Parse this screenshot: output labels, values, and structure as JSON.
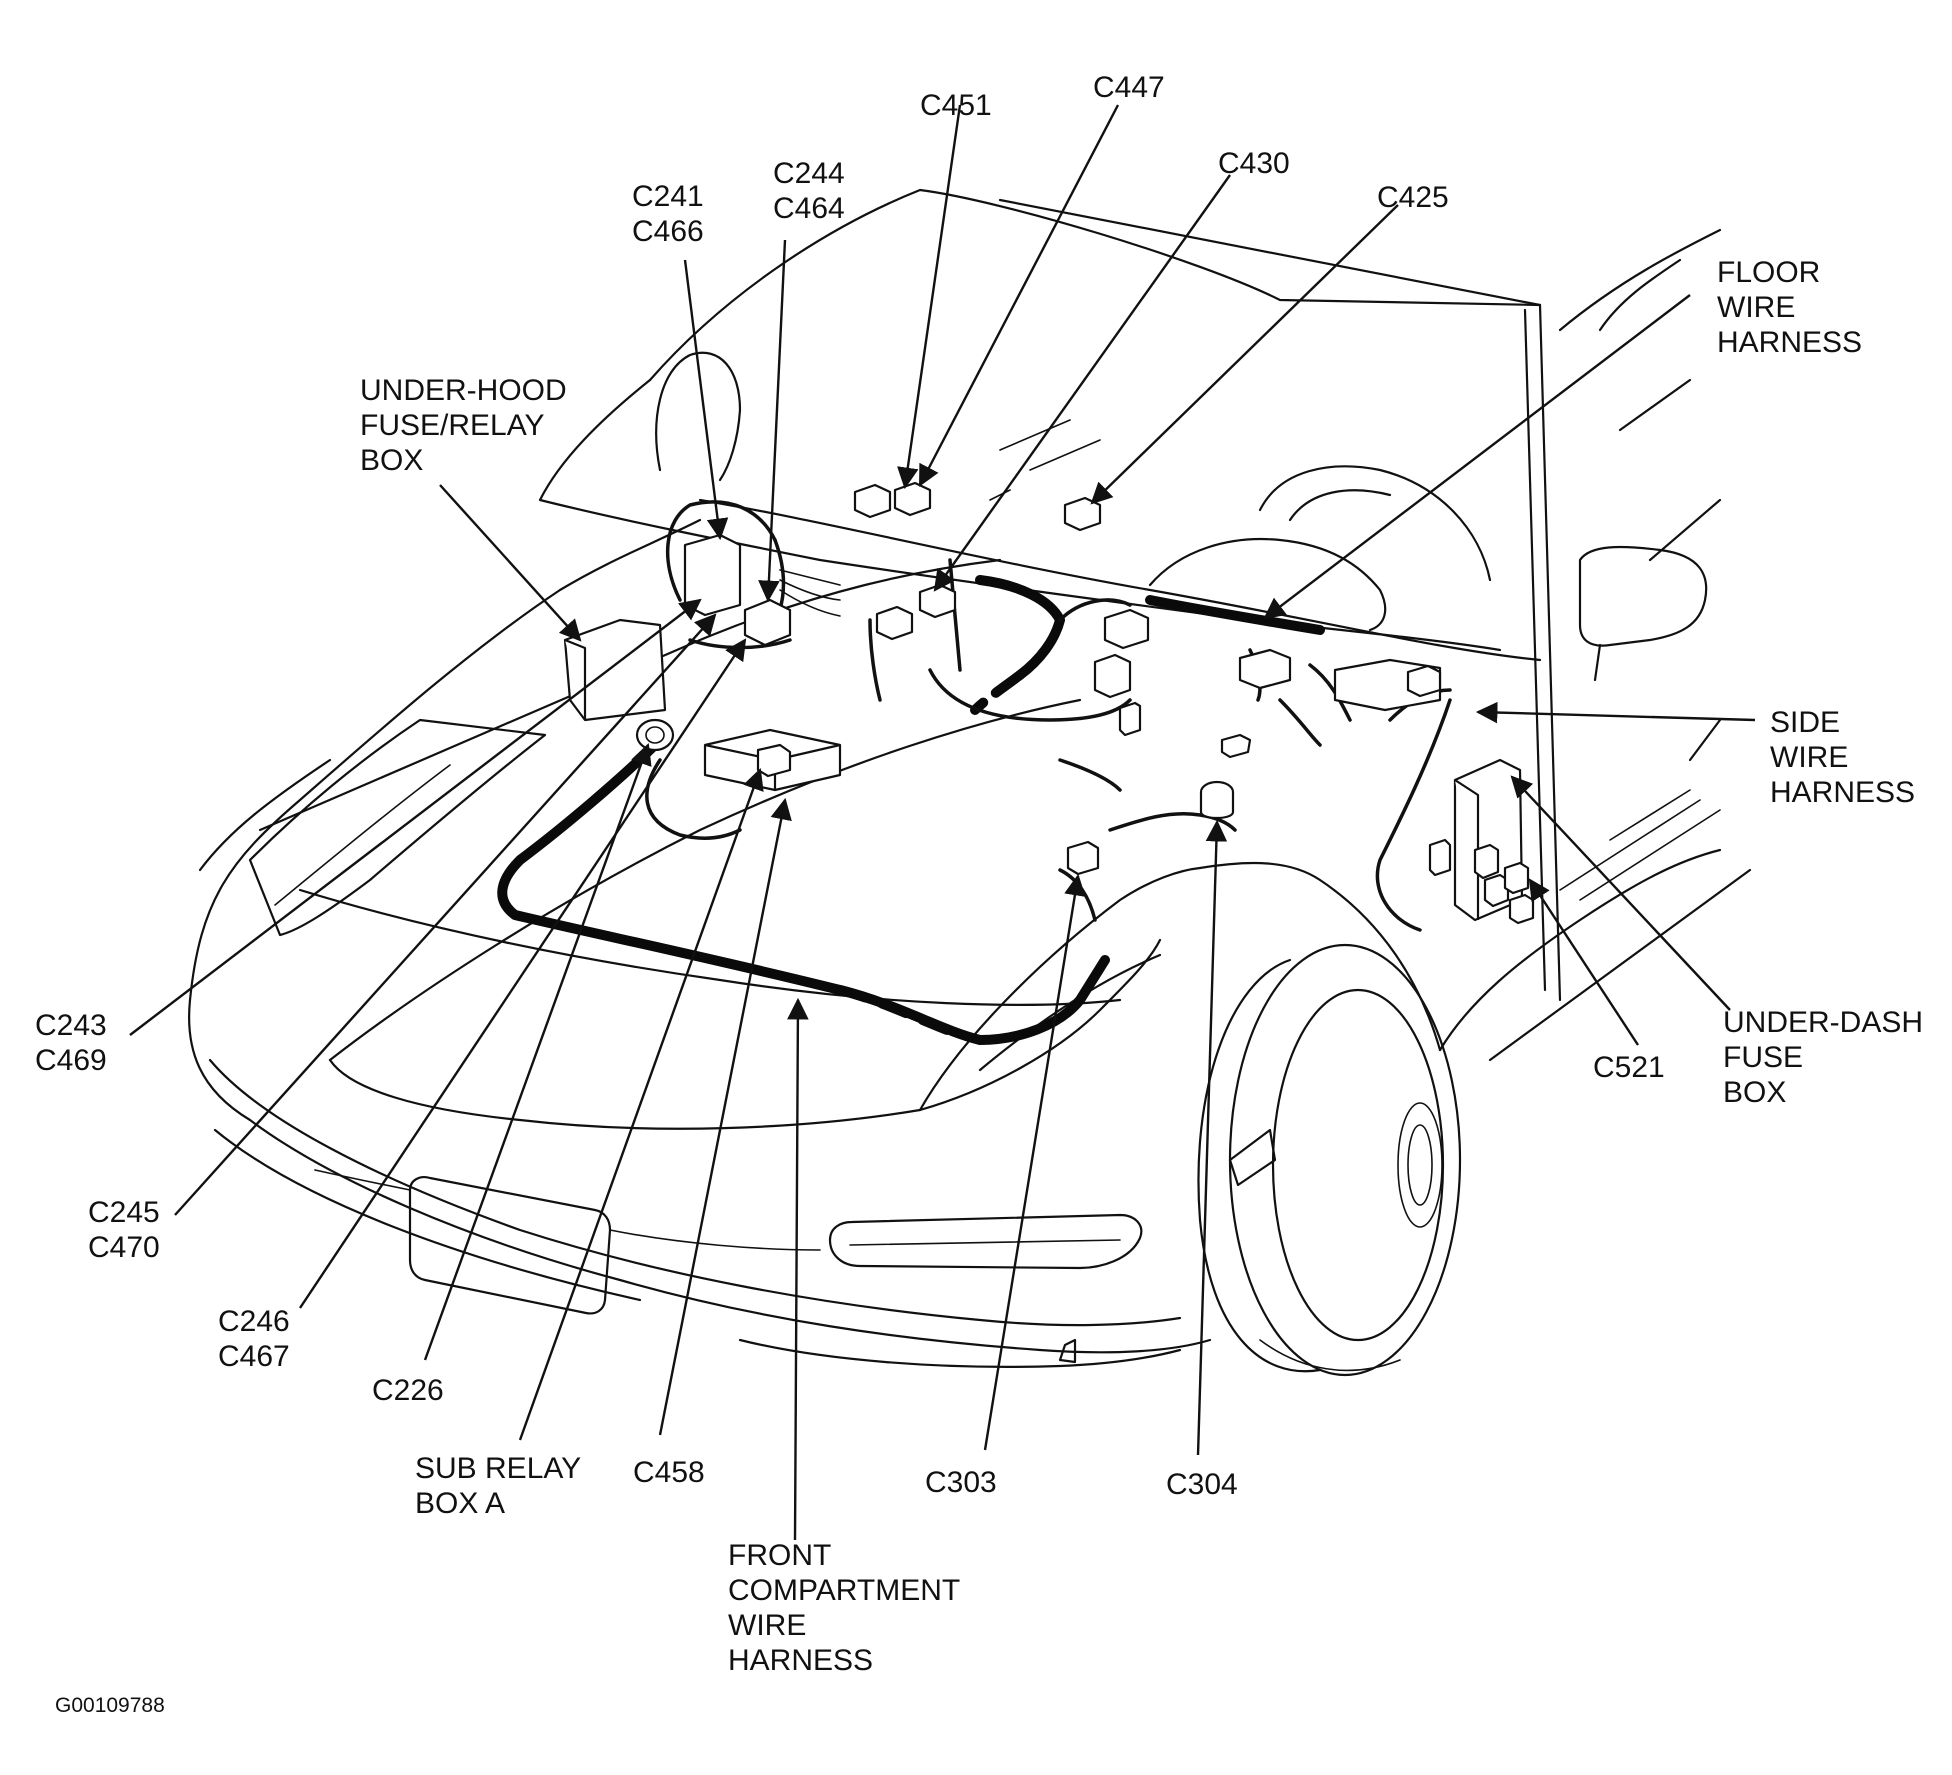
{
  "title": "",
  "reference_code": "G00109788",
  "labels": {
    "c451": "C451",
    "c447": "C447",
    "c244_c464": [
      "C244",
      "C464"
    ],
    "c241_c466": [
      "C241",
      "C466"
    ],
    "c430": "C430",
    "c425": "C425",
    "floor_wire_harness": [
      "FLOOR",
      "WIRE",
      "HARNESS"
    ],
    "under_hood_fuse_relay_box": [
      "UNDER-HOOD",
      "FUSE/RELAY",
      "BOX"
    ],
    "side_wire_harness": [
      "SIDE",
      "WIRE",
      "HARNESS"
    ],
    "under_dash_fuse_box": [
      "UNDER-DASH",
      "FUSE",
      "BOX"
    ],
    "c521": "C521",
    "c243_c469": [
      "C243",
      "C469"
    ],
    "c245_c470": [
      "C245",
      "C470"
    ],
    "c246_c467": [
      "C246",
      "C467"
    ],
    "c226": "C226",
    "sub_relay_box_a": [
      "SUB RELAY",
      "BOX A"
    ],
    "c458": "C458",
    "front_compartment_wire_harness": [
      "FRONT",
      "COMPARTMENT",
      "WIRE",
      "HARNESS"
    ],
    "c303": "C303",
    "c304": "C304"
  }
}
